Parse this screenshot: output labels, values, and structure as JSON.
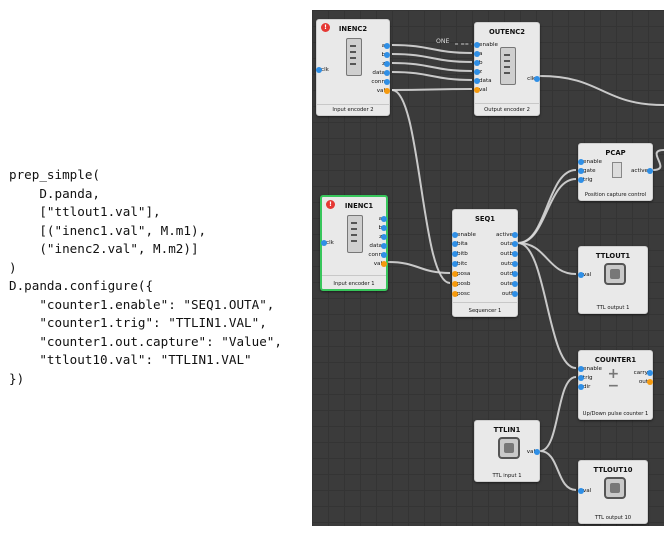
{
  "code": {
    "lines": [
      "prep_simple(",
      "    D.panda,",
      "    [\"ttlout1.val\"],",
      "    [(\"inenc1.val\", M.m1),",
      "    (\"inenc2.val\", M.m2)]",
      ")",
      "D.panda.configure({",
      "    \"counter1.enable\": \"SEQ1.OUTA\",",
      "    \"counter1.trig\": \"TTLIN1.VAL\",",
      "    \"counter1.out.capture\": \"Value\",",
      "    \"ttlout10.val\": \"TTLIN1.VAL\"",
      "})"
    ]
  },
  "canvas": {
    "colors": {
      "background": "#3b3b3b",
      "wire": "#d9d9d9",
      "bit": "#2f8fe6",
      "pos": "#f59a0f",
      "selected": "#37c65b",
      "error": "#e53935"
    },
    "const_label": "ONE",
    "nodes": {
      "inenc2": {
        "title": "INENC2",
        "desc": "Input encoder 2",
        "error": "!",
        "icon": "d-sub-connector-icon",
        "inputs": [
          "clk"
        ],
        "outputs": [
          "a",
          "b",
          "z",
          "data",
          "conn",
          "val"
        ]
      },
      "outenc2": {
        "title": "OUTENC2",
        "desc": "Output encoder 2",
        "icon": "d-sub-connector-icon",
        "inputs": [
          "enable",
          "a",
          "b",
          "z",
          "data",
          "val"
        ],
        "outputs": [
          "clk"
        ]
      },
      "pcap": {
        "title": "PCAP",
        "desc": "Position capture control",
        "icon": "capture-icon",
        "inputs": [
          "enable",
          "gate",
          "trig"
        ],
        "outputs": [
          "active"
        ]
      },
      "inenc1": {
        "title": "INENC1",
        "desc": "Input encoder 1",
        "error": "!",
        "icon": "d-sub-connector-icon",
        "inputs": [
          "clk"
        ],
        "outputs": [
          "a",
          "b",
          "z",
          "data",
          "conn",
          "val"
        ]
      },
      "seq1": {
        "title": "SEQ1",
        "desc": "Sequencer 1",
        "inputs": [
          "enable",
          "bita",
          "bitb",
          "bitc",
          "posa",
          "posb",
          "posc"
        ],
        "outputs": [
          "active",
          "outa",
          "outb",
          "outc",
          "outd",
          "oute",
          "outf"
        ]
      },
      "ttlout1": {
        "title": "TTLOUT1",
        "desc": "TTL output 1",
        "icon": "bnc-connector-icon",
        "inputs": [
          "val"
        ]
      },
      "counter1": {
        "title": "COUNTER1",
        "desc": "Up/Down pulse counter 1",
        "icon": "plus-minus-icon",
        "inputs": [
          "enable",
          "trig",
          "dir"
        ],
        "outputs": [
          "carry",
          "out"
        ]
      },
      "ttlin1": {
        "title": "TTLIN1",
        "desc": "TTL input 1",
        "icon": "bnc-connector-icon",
        "outputs": [
          "val"
        ]
      },
      "ttlout10": {
        "title": "TTLOUT10",
        "desc": "TTL output 10",
        "icon": "bnc-connector-icon",
        "inputs": [
          "val"
        ]
      }
    }
  }
}
